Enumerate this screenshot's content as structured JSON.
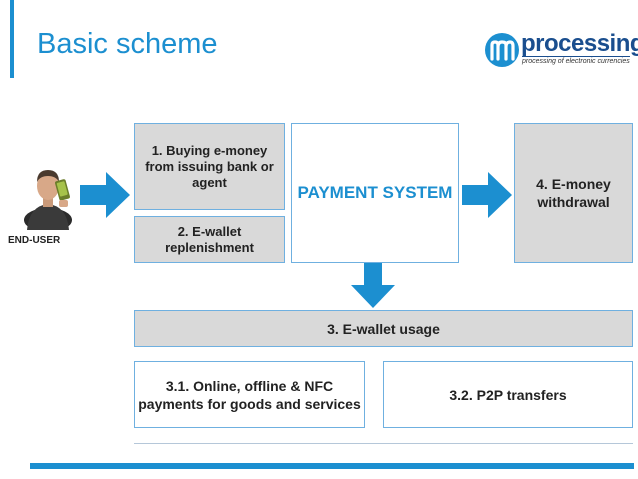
{
  "title": "Basic scheme",
  "logo": {
    "name": "processing",
    "tagline": "processing of electronic currencies",
    "icon": "m-logo-icon"
  },
  "end_user": {
    "label": "END-USER",
    "icon": "user-with-phone-icon"
  },
  "boxes": {
    "buy_emoney": "1. Buying e-money from issuing bank or agent",
    "ewallet_replenishment": "2. E-wallet replenishment",
    "payment_system": "PAYMENT SYSTEM",
    "emoney_withdrawal": "4. E-money withdrawal",
    "ewallet_usage": "3. E-wallet usage",
    "online_payments": "3.1. Online, offline & NFC payments for goods and services",
    "p2p_transfers": "3.2. P2P transfers"
  },
  "colors": {
    "accent": "#1c8fd0",
    "brand": "#1a4e8e",
    "box_gray": "#d9d9d9",
    "box_border": "#6fb0e0"
  }
}
